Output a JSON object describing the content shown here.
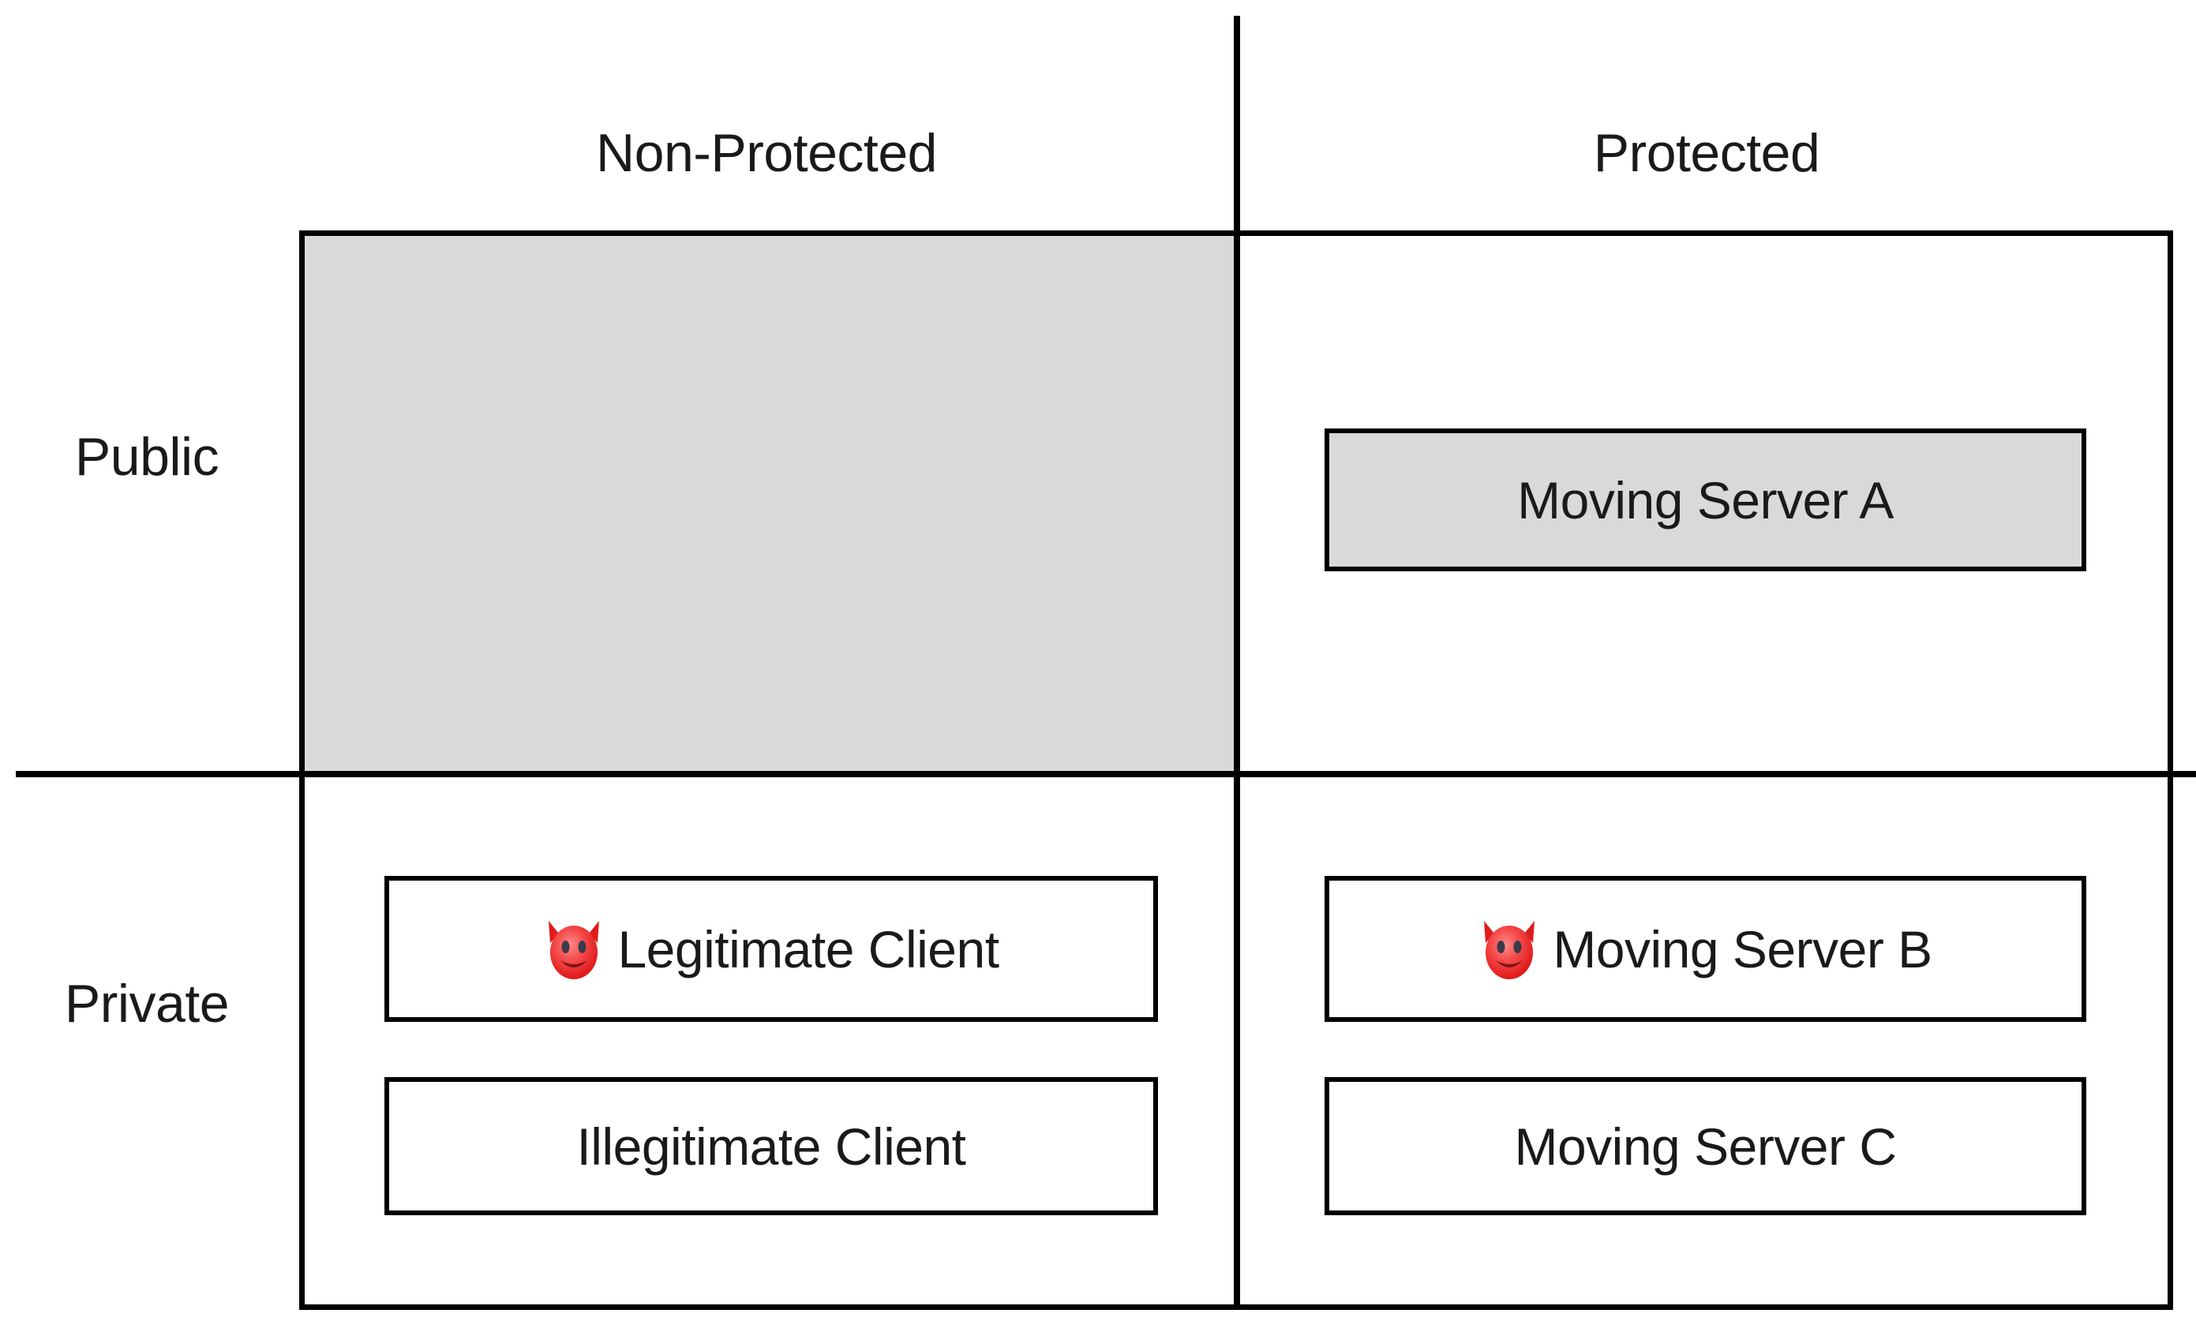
{
  "matrix": {
    "column_headers": [
      {
        "label": "Non-Protected"
      },
      {
        "label": "Protected"
      }
    ],
    "row_headers": [
      {
        "label": "Public"
      },
      {
        "label": "Private"
      }
    ],
    "shaded_cell": {
      "row": "Public",
      "column": "Non-Protected",
      "fill_color": "#d9d9d9"
    },
    "cells": {
      "public_protected": [
        {
          "label": "Moving Server A",
          "shaded": true,
          "icon": null
        }
      ],
      "private_non_protected": [
        {
          "label": "Legitimate Client",
          "shaded": false,
          "icon": "devil-face-icon"
        },
        {
          "label": "Illegitimate Client",
          "shaded": false,
          "icon": null
        }
      ],
      "private_protected": [
        {
          "label": "Moving Server B",
          "shaded": false,
          "icon": "devil-face-icon"
        },
        {
          "label": "Moving Server C",
          "shaded": false,
          "icon": null
        }
      ]
    }
  },
  "colors": {
    "line": "#000000",
    "text": "#1a1a1a",
    "shade": "#d9d9d9",
    "background": "#ffffff",
    "devil_red": "#ee2b2b",
    "devil_red_light": "#f86a6a",
    "devil_eye": "#3a3a4a"
  }
}
